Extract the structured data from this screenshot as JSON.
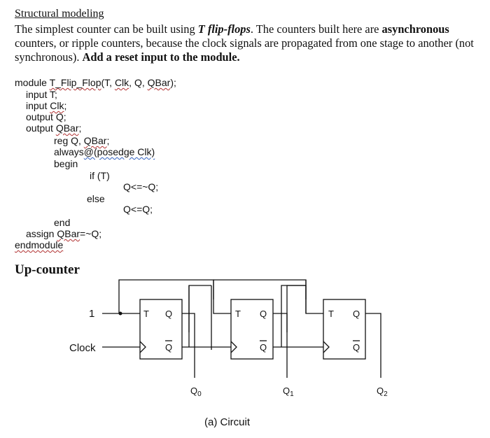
{
  "section_heading": "Structural modeling",
  "intro": {
    "part1": "The simplest counter can be built using ",
    "emph1": "T flip-flops",
    "part2": ". The counters built here are ",
    "emph2": "asynchronous",
    "part3": " counters, or ripple counters, because the clock signals are propagated from one stage to another (not synchronous). ",
    "emph3": "Add a reset input to the module."
  },
  "code": {
    "module_kw": "module ",
    "module_name": "T_Flip_Flop",
    "module_args_open": "(T, ",
    "arg_clk": "Clk",
    "arg_q": ", Q, ",
    "arg_qbar": "QBar",
    "module_args_close": ");",
    "input_t": "input T;",
    "input_clk_kw": "input ",
    "input_clk_name": "Clk",
    "semicolon": ";",
    "output_q": "output Q;",
    "output_qbar_kw": "output ",
    "output_qbar_name": "QBar",
    "reg_kw": "reg Q, ",
    "reg_qbar": "QBar",
    "always_kw": "always",
    "always_sens": "@(posedge Clk)",
    "begin": "begin",
    "if_t": "if (T)",
    "assign_toggle": "Q<=~Q;",
    "else": "else",
    "assign_hold": "Q<=Q;",
    "end": "end",
    "assign_kw": "assign ",
    "assign_qbar": "QBar",
    "assign_rest": "=~Q;",
    "endmodule": "endmodule"
  },
  "subheading": "Up-counter",
  "circuit": {
    "input_one": "1",
    "clock_label": "Clock",
    "ff_t_label": "T",
    "ff_q_label": "Q",
    "ff_qbar_label": "Q",
    "outputs": [
      "Q",
      "Q",
      "Q"
    ],
    "output_subscripts": [
      "0",
      "1",
      "2"
    ],
    "caption": "(a) Circuit"
  }
}
